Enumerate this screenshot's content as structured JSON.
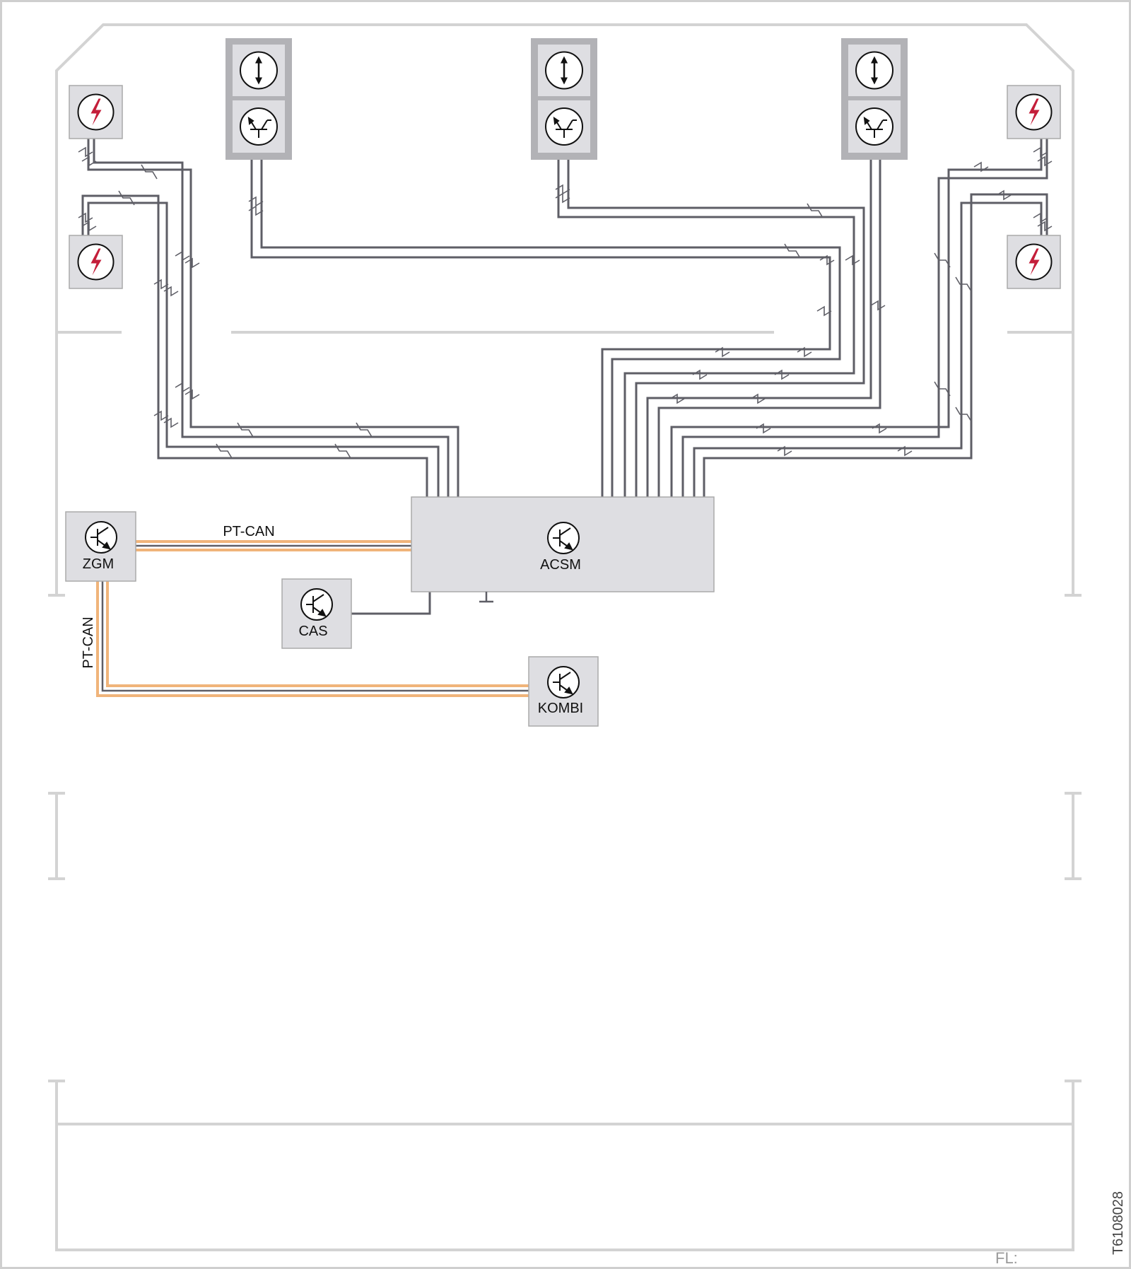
{
  "diagram": {
    "control_units": {
      "zgm": "ZGM",
      "acsm": "ACSM",
      "cas": "CAS",
      "kombi": "KOMBI"
    },
    "bus_labels": {
      "pt_can_horizontal": "PT-CAN",
      "pt_can_vertical": "PT-CAN"
    },
    "drawing_number": "T6108028",
    "corner_code": "FL:"
  },
  "colors": {
    "frame": "#d3d3d3",
    "wire": "#5e5e66",
    "bus": "#f0b47a",
    "module_fill": "#dedee2",
    "module_stroke": "#aaaaaa",
    "sensor_frame": "#b2b2b6",
    "lightning": "#c41e3a"
  },
  "icons": {
    "pyro": "lightning-bolt-icon",
    "acceleration": "double-arrow-icon",
    "pressure": "transistor-sensor-icon",
    "control_unit": "transistor-icon"
  }
}
